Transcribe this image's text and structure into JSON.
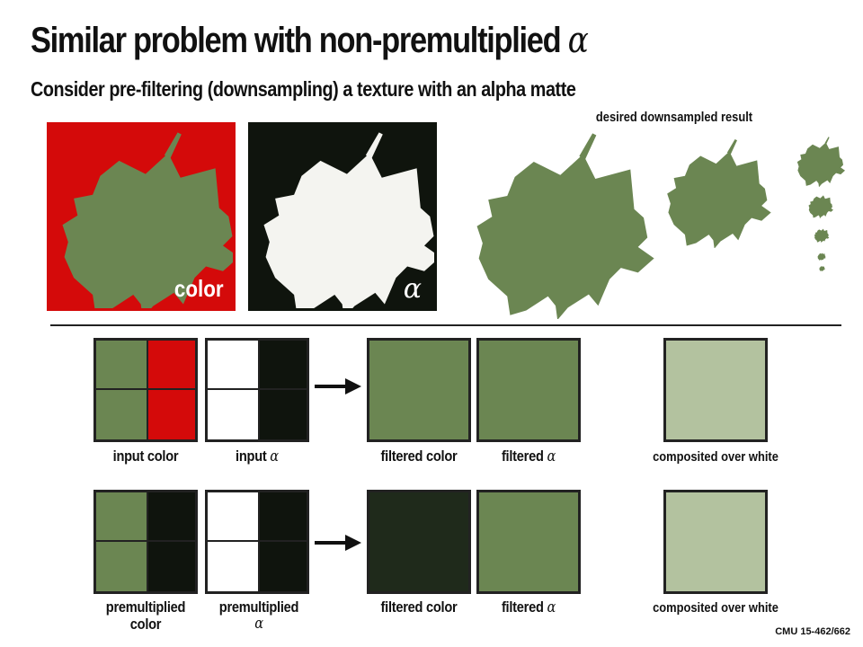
{
  "title": "Similar problem with non-premultiplied",
  "title_symbol": "α",
  "subtitle": "Consider pre-filtering (downsampling) a texture with an alpha matte",
  "top": {
    "color_label": "color",
    "alpha_label": "α",
    "desired_label": "desired downsampled result"
  },
  "row1": {
    "input_color": "input color",
    "input_alpha_text": "input",
    "input_alpha_symbol": "α",
    "filtered_color": "filtered color",
    "filtered_alpha_text": "filtered",
    "filtered_alpha_symbol": "α",
    "composited": "composited over white"
  },
  "row2": {
    "premult_color_line1": "premultiplied",
    "premult_color_line2": "color",
    "premult_alpha_line1": "premultiplied",
    "premult_alpha_symbol": "α",
    "filtered_color": "filtered color",
    "filtered_alpha_text": "filtered",
    "filtered_alpha_symbol": "α",
    "composited": "composited over white"
  },
  "colors": {
    "leaf_green": "#6b8652",
    "red": "#d40a0a",
    "black": "#0f140d",
    "white": "#ffffff",
    "dark_filtered": "#1f2a1b",
    "light_composite": "#b3c29f"
  },
  "footer": "CMU 15-462/662"
}
